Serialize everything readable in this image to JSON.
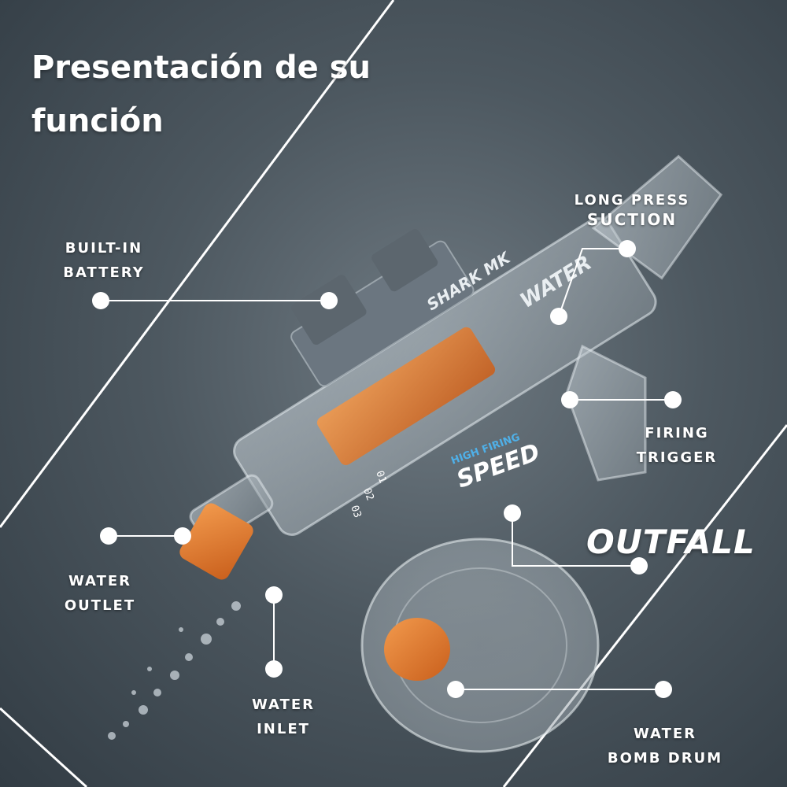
{
  "title": {
    "line1": "Presentación de su",
    "line2": "función"
  },
  "labels": {
    "built_in_battery": [
      "BUILT-IN",
      "BATTERY"
    ],
    "long_press_suction": [
      "LONG PRESS",
      "SUCTION"
    ],
    "firing_trigger": [
      "FIRING",
      "TRIGGER"
    ],
    "water_outlet": [
      "WATER",
      "OUTLET"
    ],
    "water_inlet": [
      "WATER",
      "INLET"
    ],
    "water_bomb_drum": [
      "WATER",
      "BOMB DRUM"
    ],
    "outfall": "OUTFALL"
  },
  "product_markings": {
    "sight_text": "SHARK MK",
    "brand_text": "WATER",
    "speed_small": "HIGH FIRING",
    "speed_big": "SPEED",
    "dial": [
      "01",
      "02",
      "03"
    ]
  },
  "colors": {
    "accent_orange": "#e07a2e",
    "line_white": "#ffffff",
    "body_gray": "#6b7680"
  }
}
